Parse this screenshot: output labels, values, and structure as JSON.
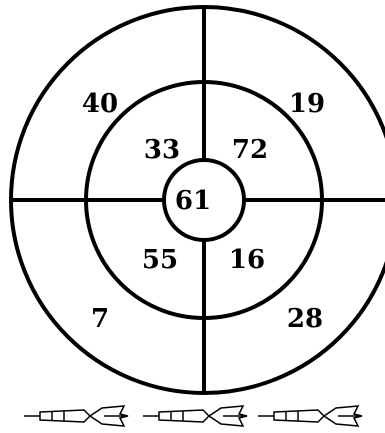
{
  "board": {
    "center_score": "61",
    "inner_ring": {
      "top_left": "33",
      "top_right": "72",
      "bottom_left": "55",
      "bottom_right": "16"
    },
    "outer_ring": {
      "top_left": "40",
      "top_right": "19",
      "bottom_left": "7",
      "bottom_right": "28"
    }
  },
  "darts": {
    "count": 3,
    "icon": "dart-icon"
  }
}
